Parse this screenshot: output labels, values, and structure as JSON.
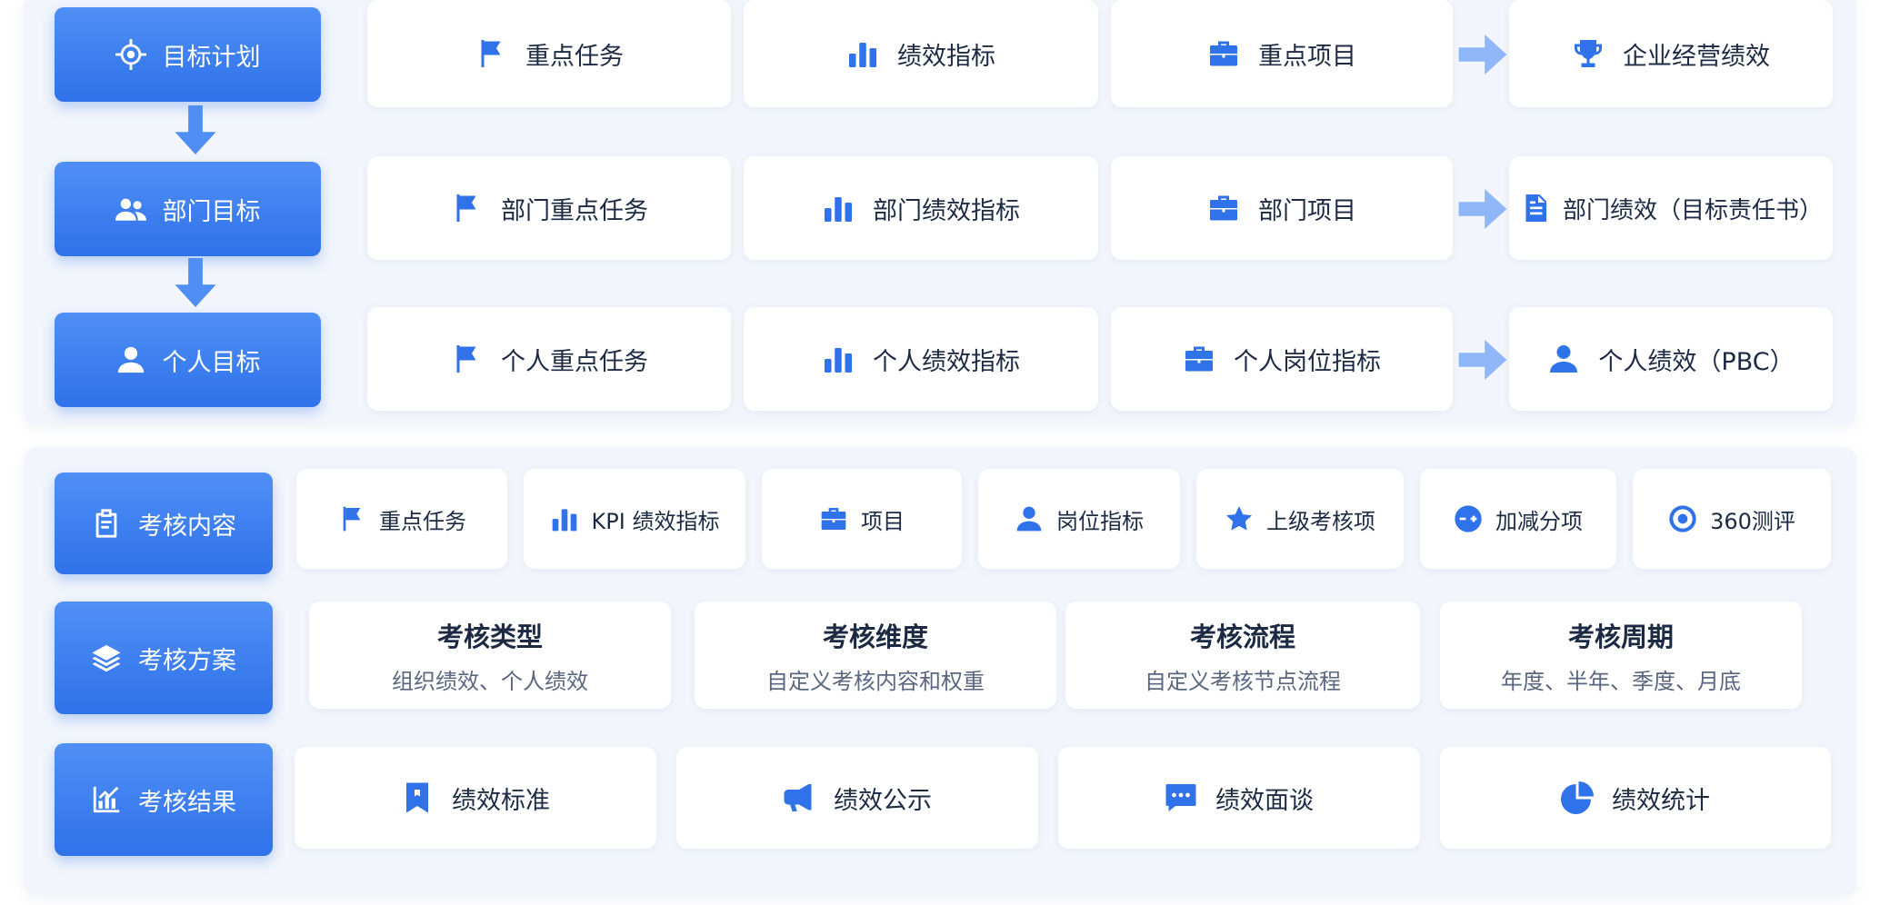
{
  "planning": {
    "rows": [
      {
        "label": "目标计划",
        "label_icon": "target-icon",
        "items": [
          {
            "text": "重点任务",
            "icon": "flag-icon"
          },
          {
            "text": "绩效指标",
            "icon": "bar-chart-icon"
          },
          {
            "text": "重点项目",
            "icon": "briefcase-icon"
          }
        ],
        "result": {
          "text": "企业经营绩效",
          "icon": "trophy-icon"
        }
      },
      {
        "label": "部门目标",
        "label_icon": "group-icon",
        "items": [
          {
            "text": "部门重点任务",
            "icon": "flag-icon"
          },
          {
            "text": "部门绩效指标",
            "icon": "bar-chart-icon"
          },
          {
            "text": "部门项目",
            "icon": "briefcase-icon"
          }
        ],
        "result": {
          "text": "部门绩效（目标责任书）",
          "icon": "document-icon"
        }
      },
      {
        "label": "个人目标",
        "label_icon": "person-icon",
        "items": [
          {
            "text": "个人重点任务",
            "icon": "flag-icon"
          },
          {
            "text": "个人绩效指标",
            "icon": "bar-chart-icon"
          },
          {
            "text": "个人岗位指标",
            "icon": "briefcase-icon"
          }
        ],
        "result": {
          "text": "个人绩效（PBC）",
          "icon": "person-icon"
        }
      }
    ]
  },
  "assessment": {
    "content": {
      "label": "考核内容",
      "label_icon": "clipboard-icon",
      "items": [
        {
          "text": "重点任务",
          "icon": "flag-icon"
        },
        {
          "text": "KPI 绩效指标",
          "icon": "bar-chart-icon"
        },
        {
          "text": "项目",
          "icon": "briefcase-icon"
        },
        {
          "text": "岗位指标",
          "icon": "person-icon"
        },
        {
          "text": "上级考核项",
          "icon": "star-icon"
        },
        {
          "text": "加减分项",
          "icon": "plus-minus-icon"
        },
        {
          "text": "360测评",
          "icon": "circle-target-icon"
        }
      ]
    },
    "scheme": {
      "label": "考核方案",
      "label_icon": "layers-icon",
      "items": [
        {
          "title": "考核类型",
          "desc": "组织绩效、个人绩效"
        },
        {
          "title": "考核维度",
          "desc": "自定义考核内容和权重"
        },
        {
          "title": "考核流程",
          "desc": "自定义考核节点流程"
        },
        {
          "title": "考核周期",
          "desc": "年度、半年、季度、月底"
        }
      ]
    },
    "result": {
      "label": "考核结果",
      "label_icon": "stats-icon",
      "items": [
        {
          "text": "绩效标准",
          "icon": "bookmark-icon"
        },
        {
          "text": "绩效公示",
          "icon": "megaphone-icon"
        },
        {
          "text": "绩效面谈",
          "icon": "chat-icon"
        },
        {
          "text": "绩效统计",
          "icon": "pie-chart-icon"
        }
      ]
    }
  },
  "colors": {
    "accent": "#2f72ea",
    "accent_light": "#4f8ff5",
    "panel_bg": "#f2f5fb",
    "text": "#1d2a44",
    "muted": "#5b6680",
    "arrow": "#8fb6f7"
  }
}
